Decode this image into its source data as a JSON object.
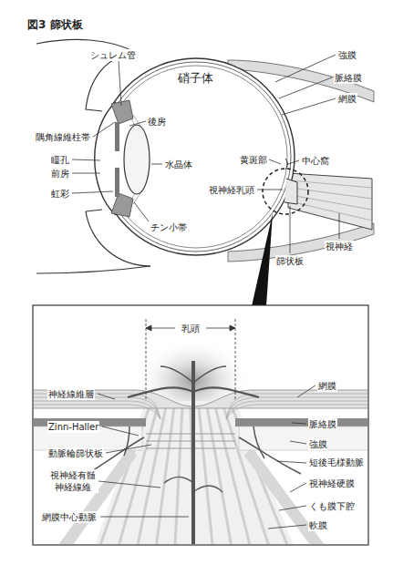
{
  "diagram": {
    "title": "図3 篩状板",
    "labels": [
      "シュレム管",
      "強膜",
      "脈絡膜",
      "網膜",
      "硝子体",
      "後房",
      "隅角線維柱帯",
      "瞳孔",
      "前房",
      "虹彩",
      "水晶体",
      "チン小帯",
      "黄斑部",
      "中心窩",
      "視神経乳頭",
      "篩状板",
      "視神経",
      "乳頭",
      "網膜",
      "神経線維層",
      "Zinn-Haller",
      "動脈輪篩状板",
      "脈絡膜",
      "強膜",
      "短後毛様動脈",
      "視神経有髄 神経線維",
      "視神経硬膜",
      "くも膜下腔",
      "網膜中心動脈",
      "軟膜"
    ]
  }
}
